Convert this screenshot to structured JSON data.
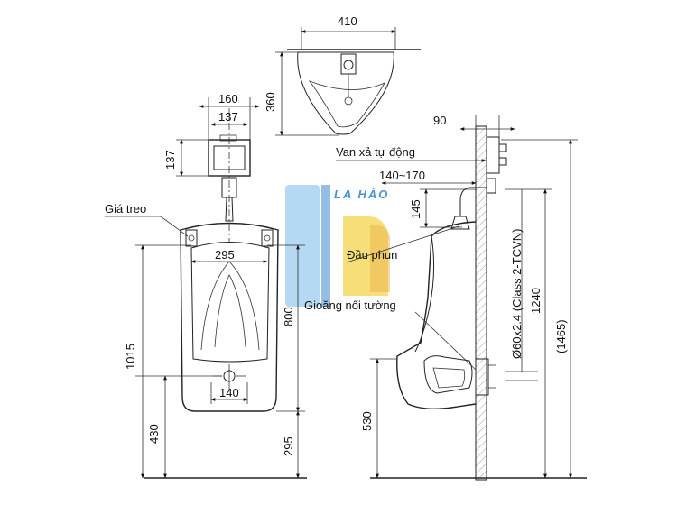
{
  "labels": {
    "gia_treo": "Giá treo",
    "van_xa": "Van xả tự động",
    "dau_phun": "Đầu phun",
    "gioang": "Gioăng nối tường",
    "pipe_spec": "Ø60x2.4 (Class 2-TCVN)",
    "watermark": "LA HÀO"
  },
  "dimensions": {
    "top_width": "410",
    "top_depth": "360",
    "valve_outer": "160",
    "valve_inner": "137",
    "valve_height": "137",
    "hanger_span": "295",
    "outlet_width": "140",
    "height_800": "800",
    "height_1015": "1015",
    "height_430": "430",
    "height_295": "295",
    "wall_offset": "90",
    "nozzle_range": "140~170",
    "nozzle_drop": "145",
    "height_530": "530",
    "height_1240": "1240",
    "height_1465": "(1465)"
  },
  "colors": {
    "line": "#222222",
    "watermark_blue": "#2f7fd0",
    "watermark_yellow": "#f2cf3a",
    "watermark_light_blue": "#a9d2f2"
  }
}
